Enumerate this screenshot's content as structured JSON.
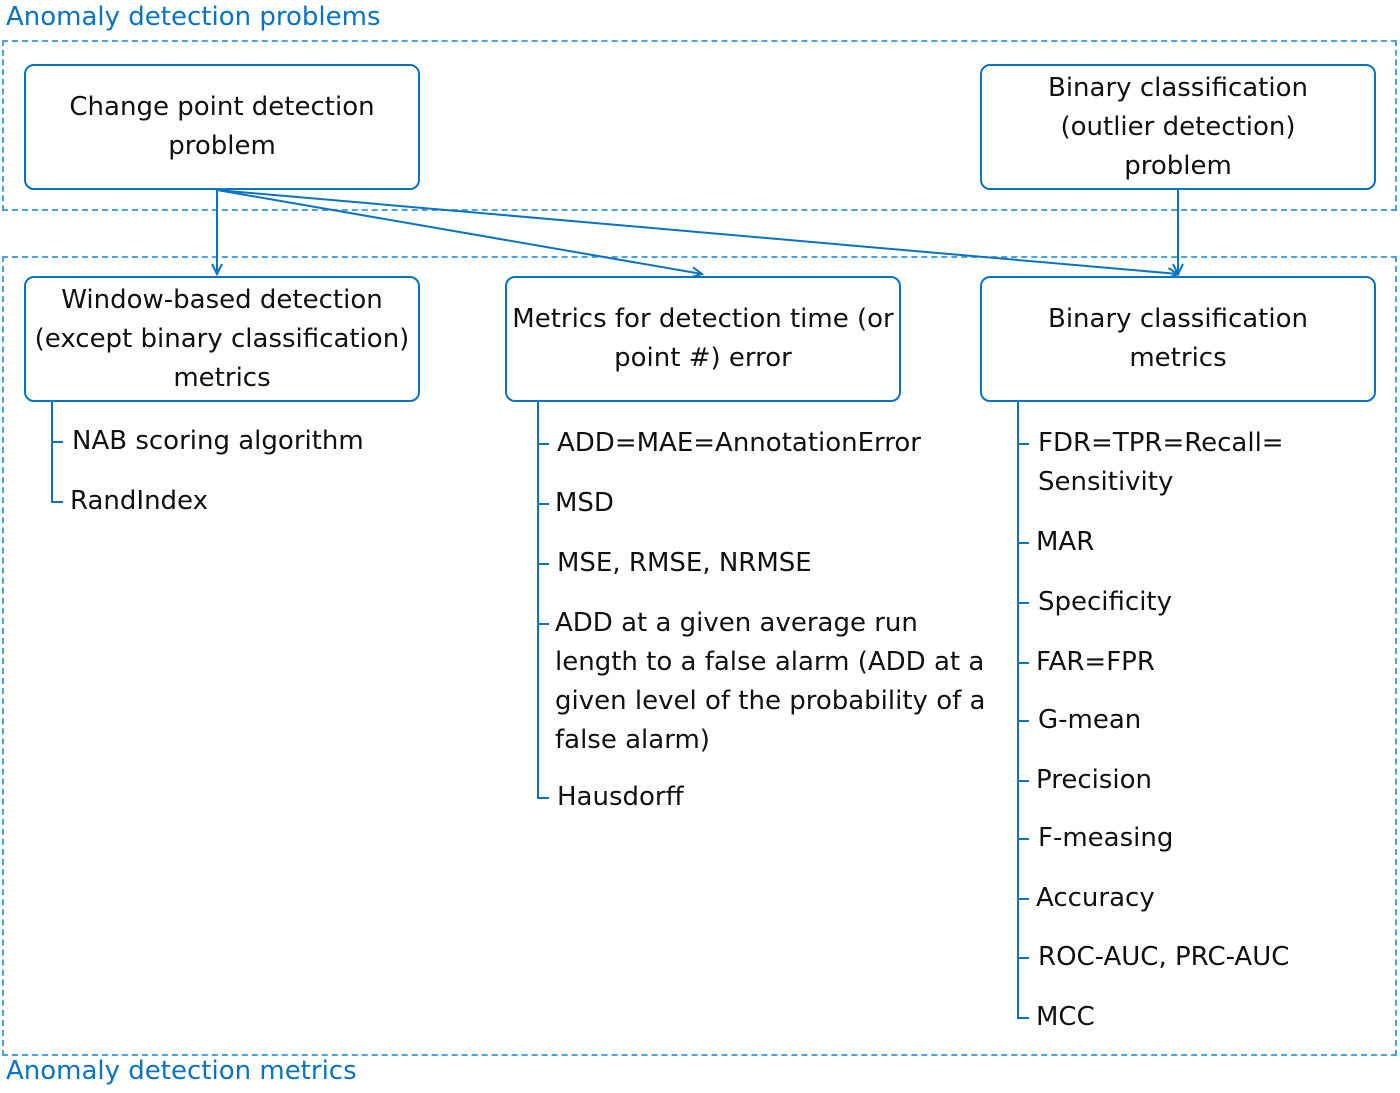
{
  "regions": {
    "problems_label": "Anomaly detection problems",
    "metrics_label": "Anomaly detection metrics"
  },
  "problems": {
    "change_point": "Change point detection problem",
    "binary": "Binary classification (outlier detection) problem"
  },
  "categories": {
    "window": {
      "title": "Window-based detection (except binary classification) metrics",
      "items": [
        "NAB scoring algorithm",
        "RandIndex"
      ]
    },
    "time": {
      "title": "Metrics for detection time (or point #) error",
      "items": [
        "ADD=MAE=AnnotationError",
        "MSD",
        "MSE, RMSE, NRMSE",
        "ADD at a given average run length to a false alarm (ADD at a given level of the probability of a false alarm)",
        "Hausdorff"
      ]
    },
    "binary": {
      "title": "Binary classification metrics",
      "items": [
        "FDR=TPR=Recall= Sensitivity",
        "MAR",
        "Specificity",
        "FAR=FPR",
        "G-mean",
        "Precision",
        "F-measing",
        "Accuracy",
        "ROC-AUC, PRC-AUC",
        "MCC"
      ]
    }
  },
  "colors": {
    "line": "#0a73c4",
    "dashed": "#4aa3df"
  }
}
